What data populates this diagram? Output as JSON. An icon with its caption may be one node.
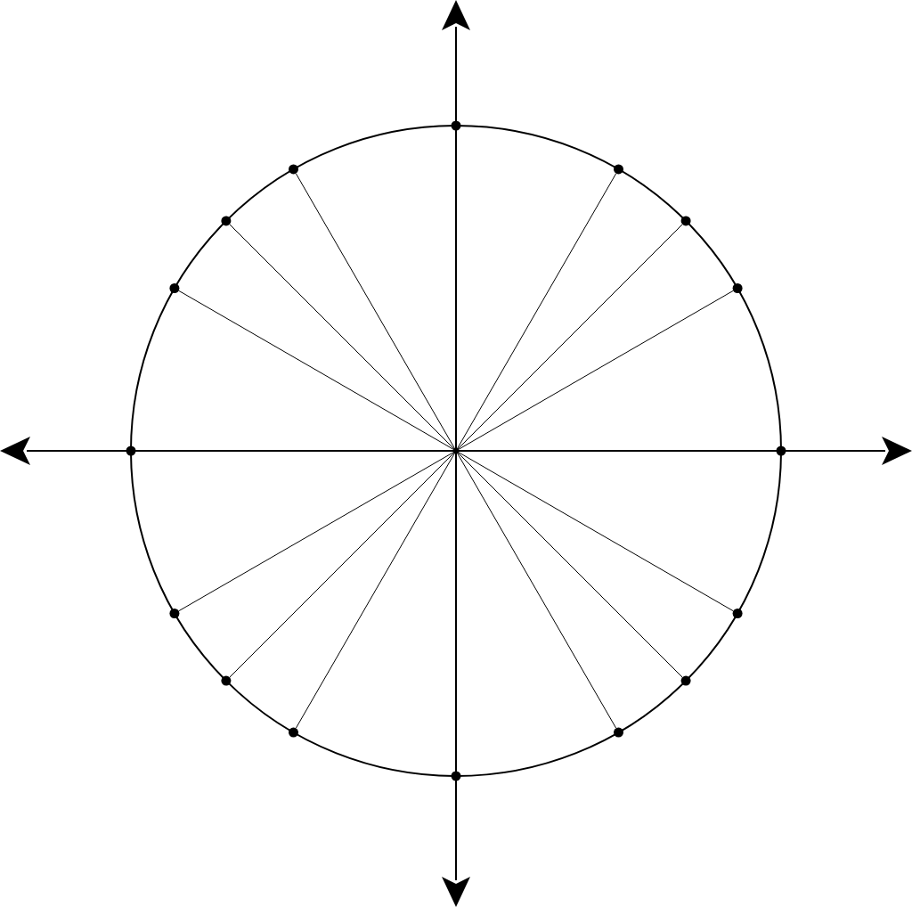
{
  "diagram": {
    "nodes": [
      {
        "text": [],
        "shape": "circle"
      },
      {
        "text": [],
        "shape": "circle"
      },
      {
        "text": [],
        "shape": "circle"
      },
      {
        "text": [],
        "shape": "circle"
      },
      {
        "text": [],
        "shape": "circle"
      },
      {
        "text": [],
        "shape": "circle"
      },
      {
        "text": [],
        "shape": "circle"
      },
      {
        "text": [],
        "shape": "circle"
      },
      {
        "text": [],
        "shape": "circle"
      },
      {
        "text": [],
        "shape": "circle"
      },
      {
        "text": [],
        "shape": "circle"
      },
      {
        "text": [],
        "shape": "circle"
      },
      {
        "text": [],
        "shape": "circle"
      },
      {
        "text": [],
        "shape": "circle"
      },
      {
        "text": [],
        "shape": "circle"
      },
      {
        "text": [],
        "shape": "circle"
      }
    ],
    "edges": [
      {
        "from": null,
        "to": 1,
        "arrow": "none"
      },
      {
        "from": null,
        "to": 2,
        "arrow": "none"
      },
      {
        "from": null,
        "to": 3,
        "arrow": "none"
      },
      {
        "from": null,
        "to": 4,
        "arrow": "none"
      },
      {
        "from": null,
        "to": 5,
        "arrow": "none"
      },
      {
        "from": null,
        "to": 6,
        "arrow": "none"
      },
      {
        "from": null,
        "to": 9,
        "arrow": "none"
      },
      {
        "from": null,
        "to": 10,
        "arrow": "none"
      },
      {
        "from": null,
        "to": 11,
        "arrow": "none"
      },
      {
        "from": null,
        "to": 12,
        "arrow": "none"
      },
      {
        "from": null,
        "to": 13,
        "arrow": "none"
      },
      {
        "from": null,
        "to": 14,
        "arrow": "none"
      }
    ]
  }
}
